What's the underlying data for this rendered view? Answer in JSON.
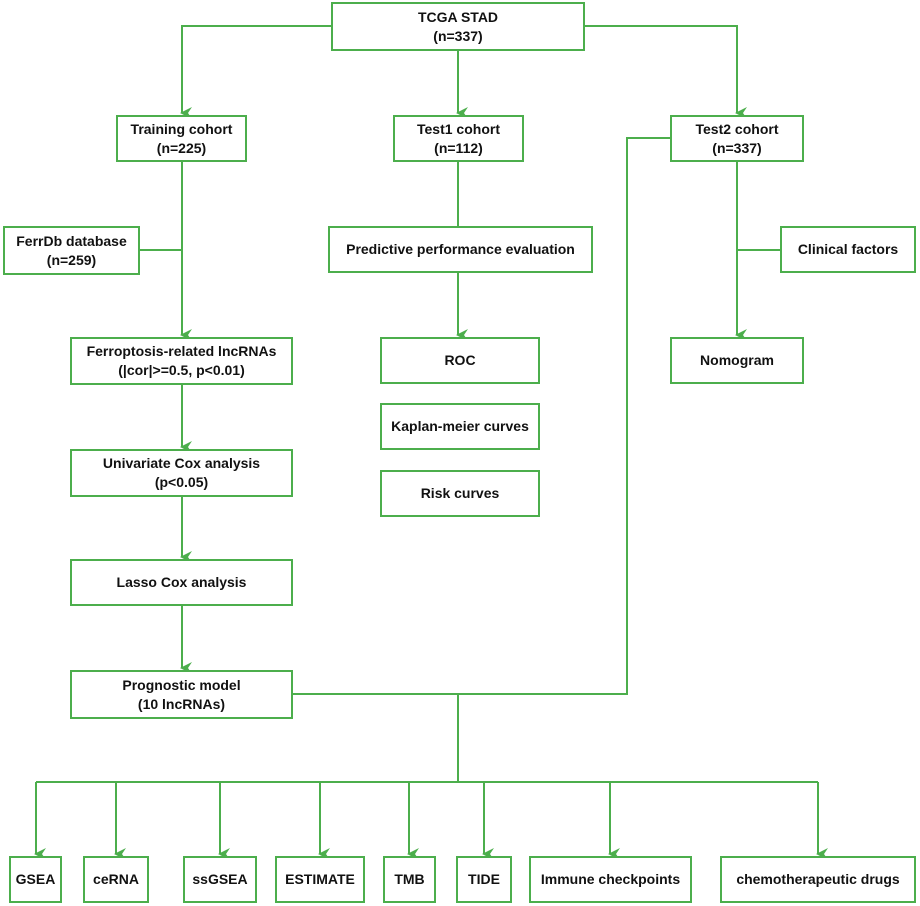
{
  "colors": {
    "line": "#4cae4c",
    "text": "#111111",
    "background": "#ffffff"
  },
  "nodes": {
    "tcga": {
      "line1": "TCGA STAD",
      "line2": "(n=337)"
    },
    "training": {
      "line1": "Training cohort",
      "line2": "(n=225)"
    },
    "test1": {
      "line1": "Test1 cohort",
      "line2": "(n=112)"
    },
    "test2": {
      "line1": "Test2 cohort",
      "line2": "(n=337)"
    },
    "ferrdb": {
      "line1": "FerrDb database",
      "line2": "(n=259)"
    },
    "predictive": {
      "line1": "Predictive performance evaluation"
    },
    "clinical": {
      "line1": "Clinical factors"
    },
    "ferroptosis": {
      "line1": "Ferroptosis-related lncRNAs",
      "line2": "(|cor|>=0.5, p<0.01)"
    },
    "roc": {
      "line1": "ROC"
    },
    "nomogram": {
      "line1": "Nomogram"
    },
    "kaplan": {
      "line1": "Kaplan-meier curves"
    },
    "univariate": {
      "line1": "Univariate Cox analysis",
      "line2": "(p<0.05)"
    },
    "risk": {
      "line1": "Risk curves"
    },
    "lasso": {
      "line1": "Lasso Cox analysis"
    },
    "prognostic": {
      "line1": "Prognostic model",
      "line2": "(10 lncRNAs)"
    },
    "gsea": {
      "line1": "GSEA"
    },
    "cerna": {
      "line1": "ceRNA"
    },
    "ssgsea": {
      "line1": "ssGSEA"
    },
    "estimate": {
      "line1": "ESTIMATE"
    },
    "tmb": {
      "line1": "TMB"
    },
    "tide": {
      "line1": "TIDE"
    },
    "immune": {
      "line1": "Immune checkpoints"
    },
    "chemo": {
      "line1": "chemotherapeutic drugs"
    }
  }
}
